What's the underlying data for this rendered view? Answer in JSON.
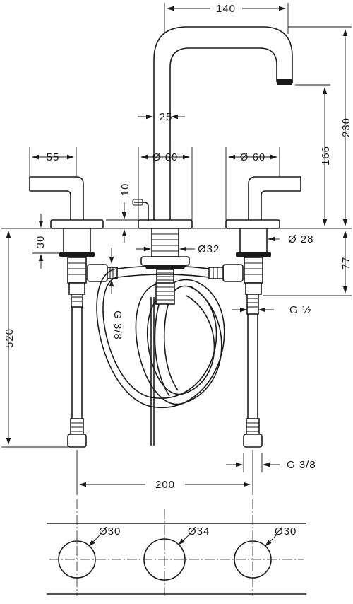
{
  "dimensions": {
    "spout_reach": "140",
    "spout_diameter": "25",
    "height_total": "230",
    "height_spout": "166",
    "lever_length": "55",
    "spout_base_diameter": "Ø 60",
    "handle_base_diameter": "Ø 60",
    "lift_rod_height": "10",
    "escutcheon_height": "30",
    "shank_diameter_small": "Ø 28",
    "shank_diameter_center": "Ø32",
    "below_deck": "77",
    "inlet_thread_top": "G 3/8",
    "supply_thread": "G ½",
    "overall_length": "520",
    "hose_thread": "G 3/8",
    "centers_spacing": "200",
    "hole_left": "Ø30",
    "hole_center": "Ø34",
    "hole_right": "Ø30"
  }
}
